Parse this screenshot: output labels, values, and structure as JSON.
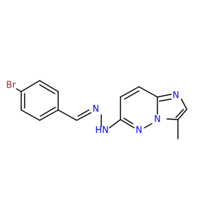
{
  "colors": {
    "bond": "#000000",
    "nitrogen": "#0000FF",
    "bromine": "#A52A2A",
    "background": "#FFFFFF"
  },
  "atoms": {
    "br": "Br",
    "n_hydrazone_1": "N",
    "n_hydrazone_2": "N",
    "nh": "H",
    "n_pyridazine": "N",
    "n_bridge": "N",
    "n_triazole_1": "N",
    "n_triazole_2": "N"
  }
}
